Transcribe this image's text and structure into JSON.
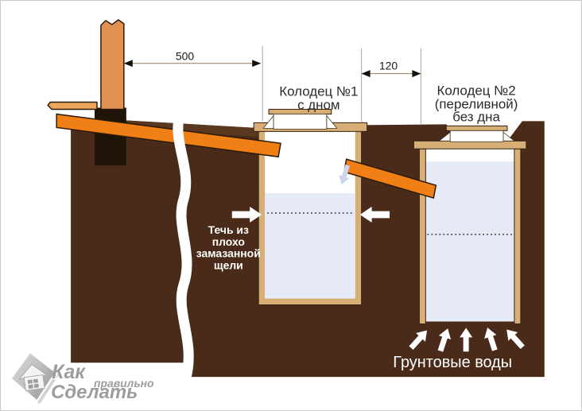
{
  "labels": {
    "well1": [
      "Колодец №1",
      "с дном"
    ],
    "well2": [
      "Колодец №2",
      "(переливной)",
      "без дна"
    ]
  },
  "dimensions": {
    "house_to_well1": "500",
    "well1_to_well2": "120"
  },
  "annotations": {
    "leak": [
      "Течь из",
      "плохо",
      "замазанной",
      "щели"
    ],
    "groundwater": "Грунтовые воды"
  },
  "watermark": {
    "word1": "Как",
    "word2": "правильно",
    "word3": "Сделать"
  },
  "colors": {
    "ground": "#4a2b19",
    "topsoil": "#5a3820",
    "pipe_orange": "#f07f16",
    "standpipe_orange": "#e19150",
    "board_orange": "#eba55f",
    "foundation_black": "#201409",
    "masonry_tan": "#d7ae76",
    "water": "#e5eaf6",
    "white": "#ffffff",
    "pale_arrow": "#ccd5ec",
    "dim_arrow": "#111111"
  }
}
